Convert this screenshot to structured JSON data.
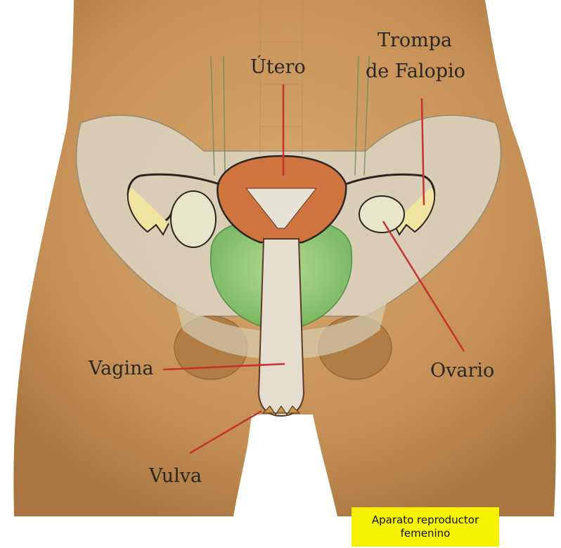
{
  "labels": {
    "utero": "Útero",
    "trompa_line1": "Trompa",
    "trompa_line2": "de Falopio",
    "vagina": "Vagina",
    "ovario": "Ovario",
    "vulva": "Vulva"
  },
  "caption": {
    "line1": "Aparato reproductor",
    "line2": "femenino"
  },
  "colors": {
    "skin": "#c8965e",
    "skin_dark": "#a9743d",
    "pelvis_bone": "#dcd6c4",
    "uterus": "#d0743f",
    "bladder": "#7fc46a",
    "ovary": "#e8e6c8",
    "leader_line": "#c8322e",
    "caption_bg": "#f5f200"
  }
}
